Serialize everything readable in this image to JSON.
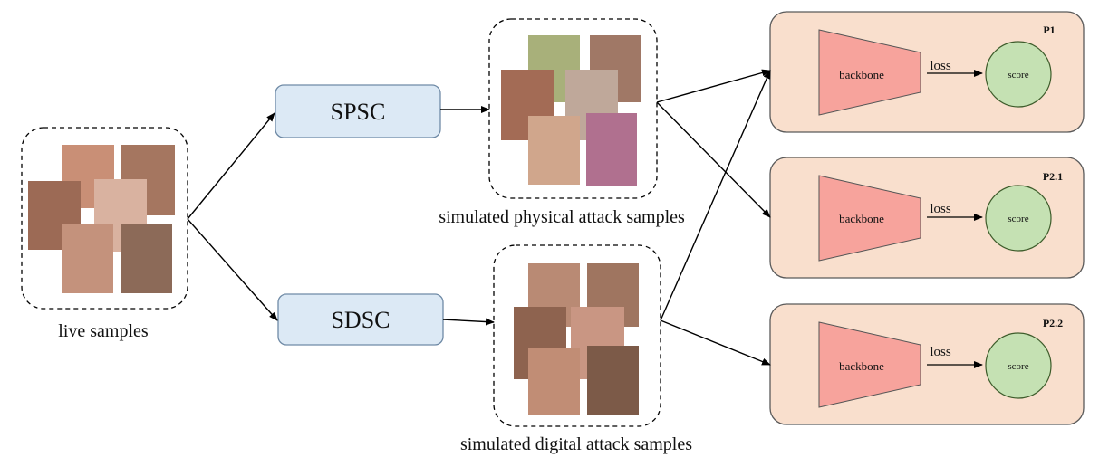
{
  "live": {
    "caption": "live samples"
  },
  "spsc": {
    "label": "SPSC"
  },
  "sdsc": {
    "label": "SDSC"
  },
  "physical": {
    "caption": "simulated physical attack samples"
  },
  "digital": {
    "caption": "simulated digital attack samples"
  },
  "panels": [
    {
      "id": "P1",
      "backbone": "backbone",
      "loss": "loss",
      "score": "score"
    },
    {
      "id": "P2.1",
      "backbone": "backbone",
      "loss": "loss",
      "score": "score"
    },
    {
      "id": "P2.2",
      "backbone": "backbone",
      "loss": "loss",
      "score": "score"
    }
  ],
  "colors": {
    "process_fill": "#dce9f5",
    "process_stroke": "#6f8aa6",
    "panel_fill": "#f9dfcd",
    "panel_stroke": "#5a5a5a",
    "backbone_fill": "#f7a39c",
    "score_fill": "#c5e1b3",
    "score_stroke": "#3e5c2b"
  }
}
